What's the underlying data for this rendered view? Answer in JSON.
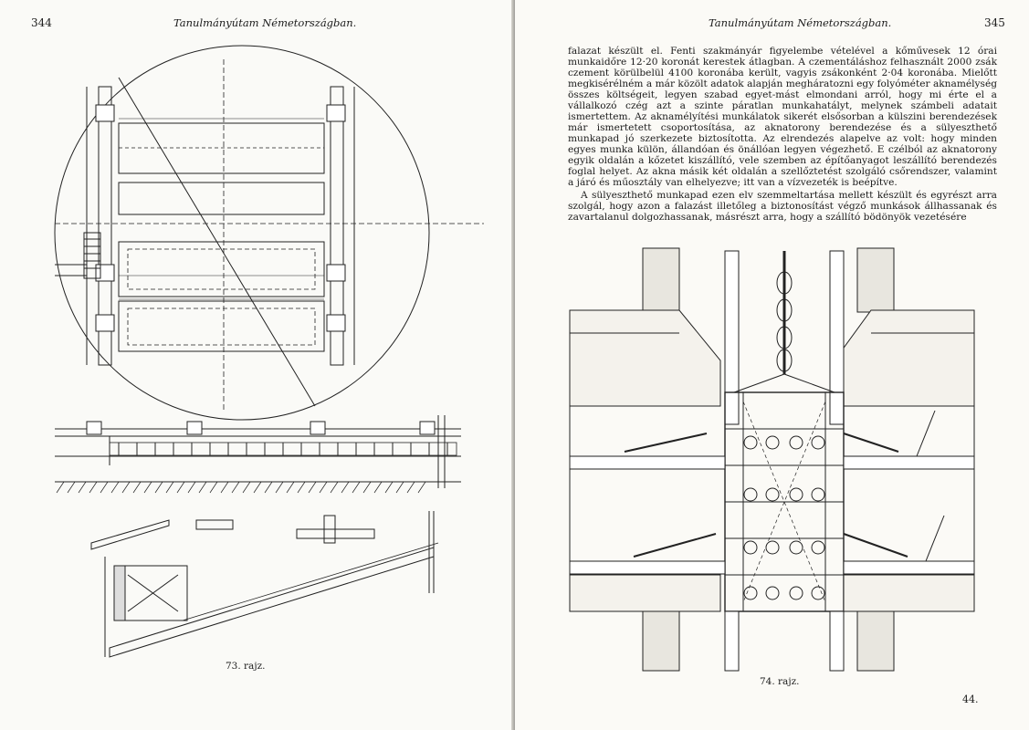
{
  "left_page": {
    "page_number": "344",
    "running_head": "Tanulmányútam Németországban.",
    "figure_caption": "73. rajz."
  },
  "right_page": {
    "page_number": "345",
    "running_head": "Tanulmányútam Németországban.",
    "paragraphs": [
      "falazat készült el. Fenti szakmányár figyelembe vételével a kőművesek 12 órai munkaidőre 12·20 koronát kerestek átlagban. A czementáláshoz felhasznált 2000 zsák czement körülbelül 4100 koronába került, vagyis zsákonként 2·04 koronába. Mielőtt megkisérélném a már közölt adatok alapján megháratozni egy folyóméter aknamélység összes költségeit, legyen szabad egyet-mást elmondani arról, hogy mi érte el a vállalkozó czég azt a szinte páratlan munkahatályt, melynek számbeli adatait ismertettem. Az aknamélyítési munkálatok sikerét elsősorban a külszini berendezések már ismertetett csoportosítása, az aknatorony berendezése és a sülyeszthető munkapad jó szerkezete biztosította. Az elrendezés alapelve az volt: hogy minden egyes munka külön, állandóan és önállóan legyen végezhető. E czélból az aknatorony egyik oldalán a kőzetet kiszállító, vele szemben az építőanyagot leszállító berendezés foglal helyet. Az akna másik két oldalán a szellőztetést szolgáló csőrendszer, valamint a járó és műosztály van elhelyezve; itt van a vízvezeték is beépítve.",
      "A sülyeszthető munkapad ezen elv szemmeltartása mellett készült és egyrészt arra szolgál, hogy azon a falazást illetőleg a biztonosítást végző munkások állhassanak és zavartalanul dolgozhassanak, másrészt arra, hogy a szállító bödönyök vezetésére"
    ],
    "figure_caption": "74. rajz.",
    "signature_mark": "44."
  }
}
